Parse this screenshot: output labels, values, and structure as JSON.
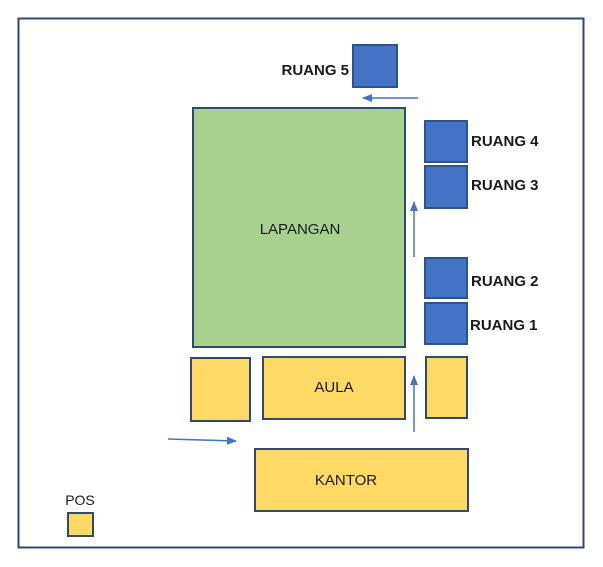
{
  "diagram": {
    "colors": {
      "frame": "#2f4a6e",
      "room_fill": "#4472c4",
      "room_stroke": "#2f528f",
      "field_fill": "#a9d18e",
      "building_fill": "#ffd966",
      "outline": "#2f4a6e",
      "arrow": "#4472c4"
    },
    "labels": {
      "lapangan": "LAPANGAN",
      "aula": "AULA",
      "kantor": "KANTOR",
      "pos": "POS",
      "ruang_1": "RUANG 1",
      "ruang_2": "RUANG 2",
      "ruang_3": "RUANG 3",
      "ruang_4": "RUANG 4",
      "ruang_5": "RUANG 5"
    }
  }
}
